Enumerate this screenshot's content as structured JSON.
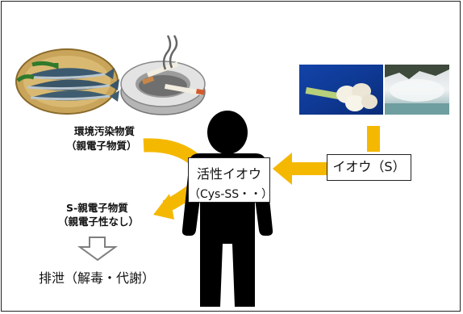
{
  "labels": {
    "pollutant_line1": "環境汚染物質",
    "pollutant_line2": "（親電子物質）",
    "active_sulfur_line1": "活性イオウ",
    "active_sulfur_line2": "（Cys-SS・・）",
    "sulfur_box": "イオウ（S）",
    "s_adduct_line1": "S-親電子物質",
    "s_adduct_line2": "（親電子性なし）",
    "excretion": "排泄（解毒・代謝）"
  },
  "images": [
    {
      "name": "fish-on-plate",
      "depicts": "fish on a bamboo plate"
    },
    {
      "name": "ashtray-with-cigarettes",
      "depicts": "ashtray with cigarettes"
    },
    {
      "name": "garlic-and-onion",
      "depicts": "garlic and green onion"
    },
    {
      "name": "hot-spring-steam",
      "depicts": "steaming hot spring"
    },
    {
      "name": "human-silhouette",
      "depicts": "human body"
    }
  ],
  "colors": {
    "arrow": "#f5b800",
    "silhouette": "#000000",
    "outline_arrow": "#7f7f7f"
  }
}
